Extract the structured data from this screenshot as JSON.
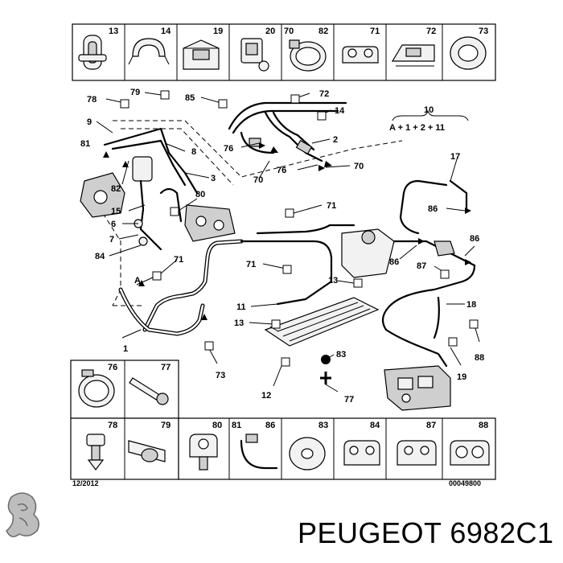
{
  "thumbnails_top": [
    "13",
    "14",
    "19",
    "20",
    "70",
    "82",
    "71",
    "72",
    "73"
  ],
  "thumbnails_left": [
    "76",
    "77",
    "78",
    "79"
  ],
  "thumbnails_bottom": [
    "80",
    "81",
    "86",
    "83",
    "84",
    "87",
    "88"
  ],
  "callouts": {
    "c78": "78",
    "c79": "79",
    "c85": "85",
    "c72": "72",
    "c14": "14",
    "c9": "9",
    "c10": "10",
    "formula": "A + 1 + 2 + 11",
    "c81": "81",
    "c8": "8",
    "c76a": "76",
    "c2": "2",
    "c17": "17",
    "c82": "82",
    "c3": "3",
    "c70a": "70",
    "c76b": "76",
    "c70b": "70",
    "c80": "80",
    "c71a": "71",
    "c86a": "86",
    "c15": "15",
    "c6": "6",
    "c86b": "86",
    "c7": "7",
    "c84": "84",
    "c71b": "71",
    "c71c": "71",
    "c86c": "86",
    "c87": "87",
    "cA": "A",
    "c13a": "13",
    "c11": "11",
    "c18": "18",
    "c13b": "13",
    "c1": "1",
    "c88": "88",
    "c83": "83",
    "c73": "73",
    "c19": "19",
    "c12": "12",
    "c77": "77"
  },
  "footer": {
    "date": "12/2012",
    "ref": "00049800"
  },
  "brand": {
    "text": "PEUGEOT 6982C1"
  }
}
